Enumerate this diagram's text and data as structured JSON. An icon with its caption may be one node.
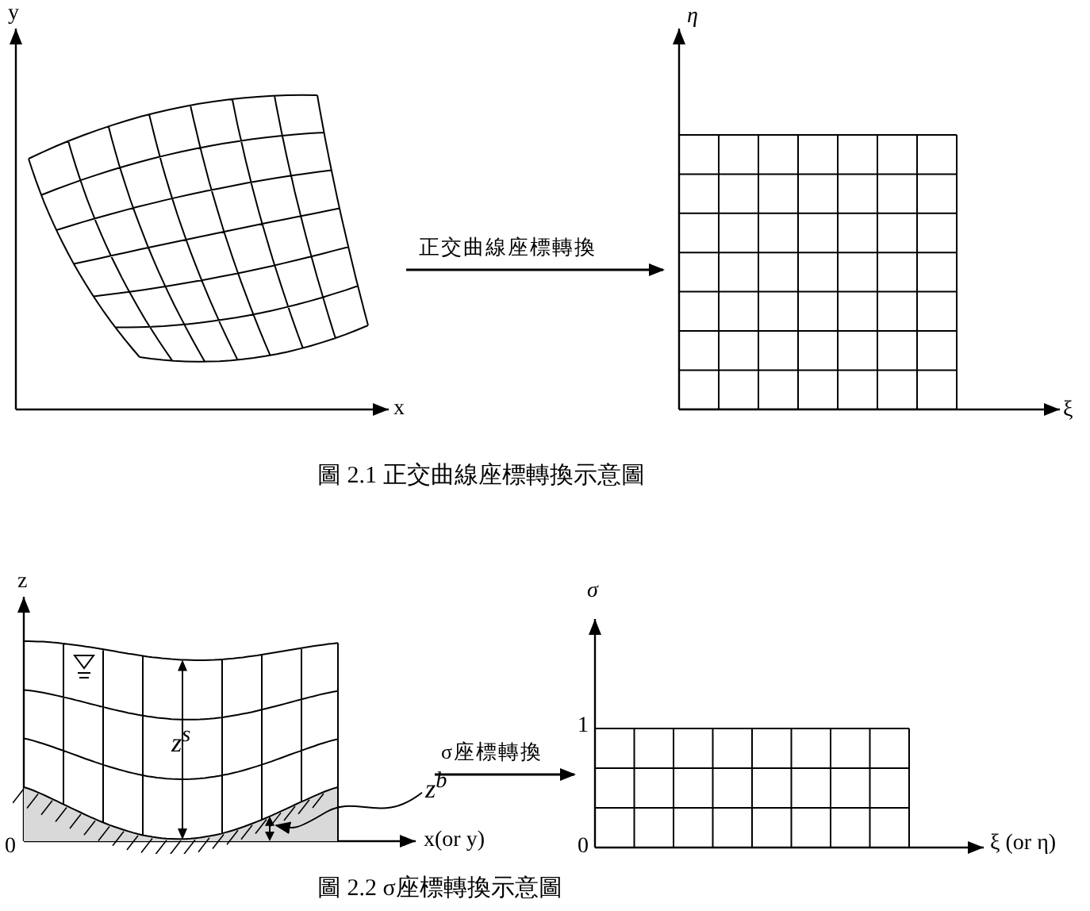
{
  "diagram": {
    "nodes": [
      {
        "text": [],
        "shape": "grid"
      },
      {
        "text": [],
        "shape": "grid"
      },
      {
        "text": [],
        "shape": "grid"
      },
      {
        "text": [],
        "shape": "grid"
      },
      {
        "text": [
          "z$^{b}$"
        ]
      }
    ],
    "edges": [
      {
        "from": 0,
        "to": 1,
        "arrow": "to",
        "label": "正交曲線座標轉換"
      },
      {
        "from": 2,
        "to": 3,
        "arrow": "to",
        "label": "σ座標轉換"
      },
      {
        "from": 4,
        "to": 2,
        "arrow": "to"
      }
    ],
    "labels": [
      "y",
      "η",
      "x",
      "ξ",
      "圖 2.1 正交曲線座標轉換示意圖",
      "z",
      "σ",
      "z$^{s}$",
      "1",
      "0",
      "x(or y)",
      "0",
      "ξ (or η)",
      "圖 2.2 σ座標轉換示意圖"
    ]
  }
}
